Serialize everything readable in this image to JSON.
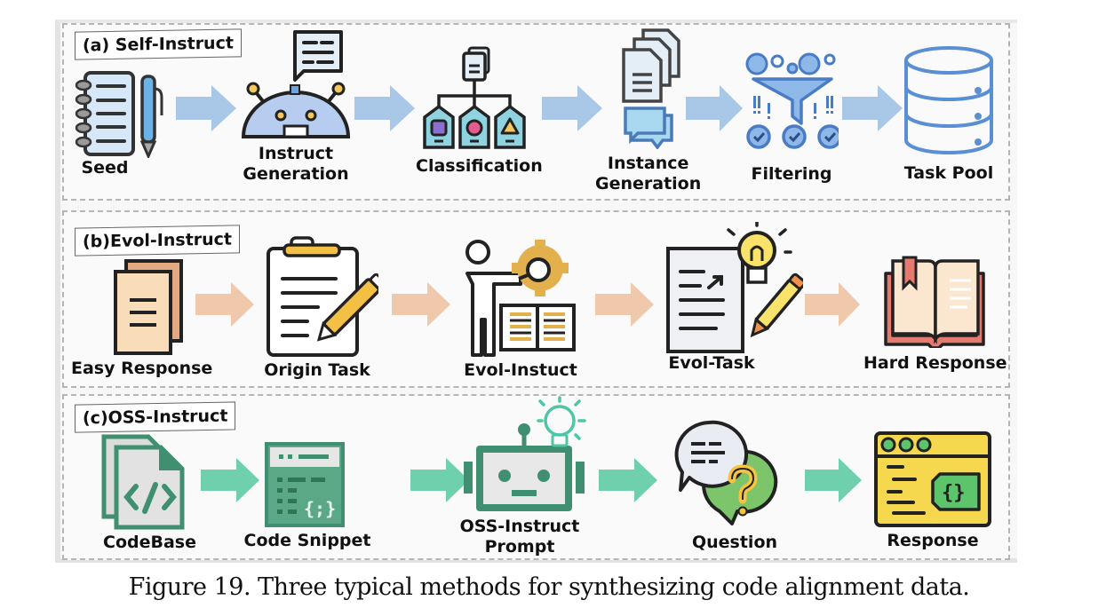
{
  "caption": "Figure 19. Three typical methods for synthesizing code alignment data.",
  "colors": {
    "arrow_a": "#a9c8e8",
    "arrow_b": "#f0c9ad",
    "arrow_c": "#6fd0ad",
    "dashed_border": "#b5b5b5"
  },
  "panels": [
    {
      "title": "(a) Self-Instruct",
      "steps": [
        {
          "label": "Seed",
          "icon": "notebook-pen-icon"
        },
        {
          "label_line1": "Instruct",
          "label_line2": "Generation",
          "icon": "robot-chat-icon"
        },
        {
          "label": "Classification",
          "icon": "hierarchy-tags-icon"
        },
        {
          "label_line1": "Instance",
          "label_line2": "Generation",
          "icon": "documents-chat-icon"
        },
        {
          "label": "Filtering",
          "icon": "funnel-filter-icon"
        },
        {
          "label": "Task Pool",
          "icon": "database-icon"
        }
      ]
    },
    {
      "title": "(b)Evol-Instruct",
      "steps": [
        {
          "label": "Easy Response",
          "icon": "paper-stack-icon"
        },
        {
          "label": "Origin Task",
          "icon": "clipboard-pen-icon"
        },
        {
          "label": "Evol-Instuct",
          "icon": "person-gear-book-icon"
        },
        {
          "label": "Evol-Task",
          "icon": "document-lightbulb-icon"
        },
        {
          "label": "Hard Response",
          "icon": "open-book-icon"
        }
      ]
    },
    {
      "title": "(c)OSS-Instruct",
      "steps": [
        {
          "label": "CodeBase",
          "icon": "code-files-icon"
        },
        {
          "label": "Code Snippet",
          "icon": "code-window-icon"
        },
        {
          "label_line1": "OSS-Instruct",
          "label_line2": "Prompt",
          "icon": "robot-lightbulb-icon"
        },
        {
          "label": "Question",
          "icon": "question-bubbles-icon"
        },
        {
          "label": "Response",
          "icon": "browser-code-icon"
        }
      ]
    }
  ]
}
